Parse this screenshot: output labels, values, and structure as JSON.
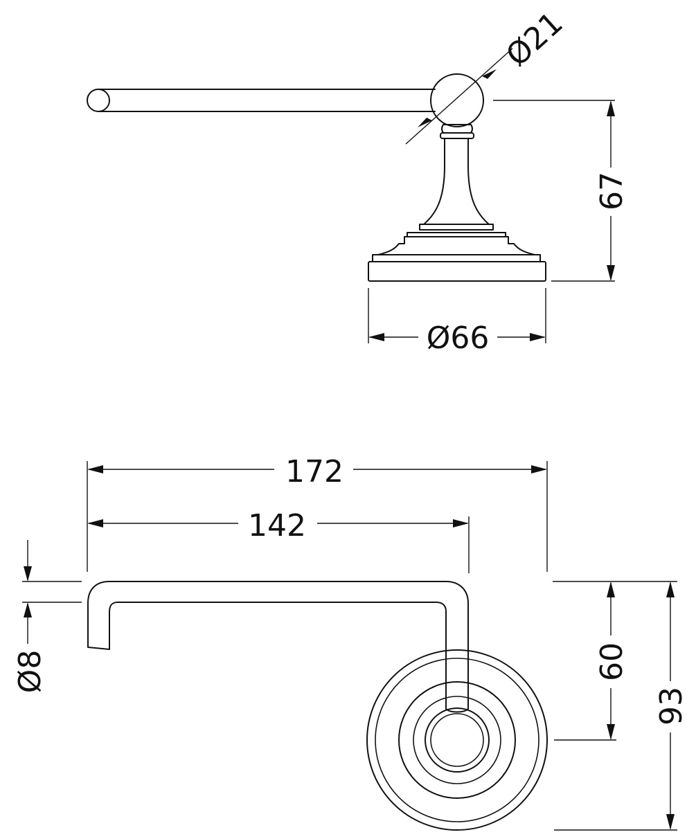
{
  "dimensions": {
    "ball_diameter": "Ø21",
    "height": "67",
    "base_diameter": "Ø66",
    "overall_length": "172",
    "arm_length": "142",
    "rod_diameter": "Ø8",
    "arm_drop": "60",
    "overall_depth": "93"
  }
}
